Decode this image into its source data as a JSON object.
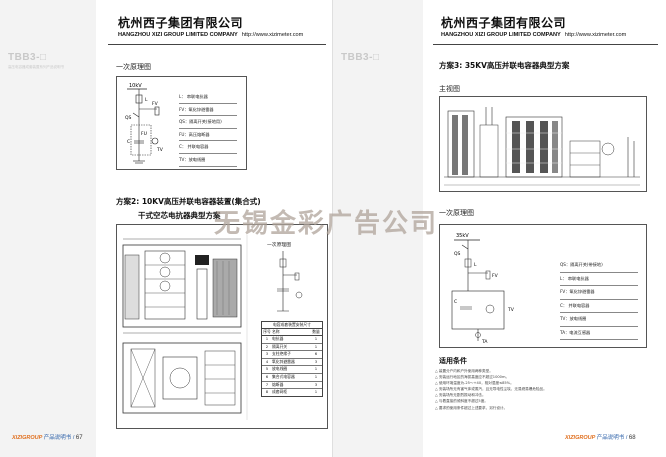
{
  "left_page": {
    "company_cn": "杭州西子集团有限公司",
    "company_en": "HANGZHOU XIZI GROUP LIMITED COMPANY",
    "url": "http://www.xizimeter.com",
    "tbb": "TBB3-□",
    "tbb_sub": "高压电容器成套装置系列产品说明书",
    "section1_title": "一次原理图",
    "diagram1_voltage": "10kV",
    "diagram1_labels": [
      "L",
      "FV",
      "QS",
      "FU",
      "C",
      "TV"
    ],
    "legend1": [
      "L：  串联电抗器",
      "FV：氧化锌避雷器",
      "QS：隔离开关(接地用)",
      "FU：高压熔断器",
      "C：  并联电容器",
      "TV：放电线圈"
    ],
    "scheme2_title": "方案2: 10KV高压并联电容器装置(集合式)",
    "scheme2_subtitle": "干式空芯电抗器典型方案",
    "mini_diagram_title": "一次原理图",
    "mini_table_title": "电容成套装置安装尺寸",
    "mini_table_header": [
      "序号",
      "名称",
      "数量"
    ],
    "mini_table_rows": [
      [
        "1",
        "电抗器",
        "1"
      ],
      [
        "2",
        "隔离开关",
        "1"
      ],
      [
        "3",
        "支柱绝缘子",
        "6"
      ],
      [
        "4",
        "氧化锌避雷器",
        "3"
      ],
      [
        "5",
        "放电线圈",
        "1"
      ],
      [
        "6",
        "集合式电容器",
        "1"
      ],
      [
        "7",
        "熔断器",
        "3"
      ],
      [
        "8",
        "成套网柜",
        "1"
      ]
    ],
    "footer_brand": "XIZIGROUP",
    "footer_text": "产品说明书",
    "page_number": "67"
  },
  "right_page": {
    "company_cn": "杭州西子集团有限公司",
    "company_en": "HANGZHOU XIZI GROUP LIMITED COMPANY",
    "url": "http://www.xizimeter.com",
    "tbb": "TBB3-□",
    "scheme3_title": "方案3: 35KV高压并联电容器典型方案",
    "main_view_title": "主视图",
    "section1_title": "一次原理图",
    "diagram3_voltage": "35kV",
    "diagram3_labels": [
      "QS",
      "L",
      "FV",
      "C",
      "TV",
      "TA"
    ],
    "legend3": [
      "QS：隔离开关(带接地)",
      "L：  串联电抗器",
      "FV：氧化锌避雷器",
      "C：  并联电容器",
      "TV：放电线圈",
      "TA：电流互感器"
    ],
    "conditions_title": "适用条件",
    "conditions": [
      "△ 装置分户内和户外使用两种类型。",
      "△ 安装运行地区的海拔高度应不超过1000m。",
      "△ 使用环境温度为-25～+40，相对湿度≤85%。",
      "△ 安装场所无有害气体或蒸汽，且无导电性尘埃、无易燃易爆危险品。",
      "△ 安装场所无剧烈振动和冲击。",
      "△ 与着直接的倾斜度不超过5度。",
      "△ 要求的使用条件超过上述要求，另行设计。"
    ],
    "footer_brand": "XIZIGROUP",
    "footer_text": "产品说明书",
    "page_number": "68"
  },
  "watermark": "无锡金彩广告公司"
}
